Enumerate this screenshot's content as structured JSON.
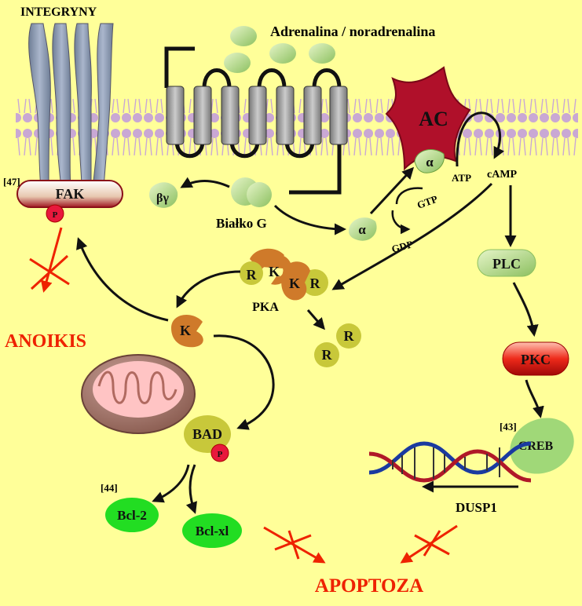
{
  "labels": {
    "integrins": "INTEGRYNY",
    "ligand": "Adrenalina / noradrenalina",
    "ac": "AC",
    "alpha_ac": "α",
    "atp": "ATP",
    "camp": "cAMP",
    "gtp": "GTP",
    "gdp": "GDP",
    "alpha_free": "α",
    "g_protein": "Białko G",
    "beta_gamma": "βγ",
    "fak": "FAK",
    "phospho": "P",
    "pka": "PKA",
    "kinase": "K",
    "regulatory": "R",
    "plc": "PLC",
    "pkc": "PKC",
    "creb": "CREB",
    "dusp1": "DUSP1",
    "bad": "BAD",
    "bcl2": "Bcl-2",
    "bclxl": "Bcl-xl",
    "anoikis": "ANOIKIS",
    "apoptosis": "APOPTOZA"
  },
  "refs": {
    "fak": "[47]",
    "bcl": "[44]",
    "creb": "[43]"
  },
  "colors": {
    "background": "#ffff99",
    "membrane": "#c9a8d4",
    "ac": "#b0102a",
    "kinase": "#cf7a2a",
    "regulatory": "#c8c83a",
    "inhibit": "#ee2200",
    "bcl": "#22dd22",
    "pkc": "#e01818",
    "integrin": "#8e9cb4"
  }
}
